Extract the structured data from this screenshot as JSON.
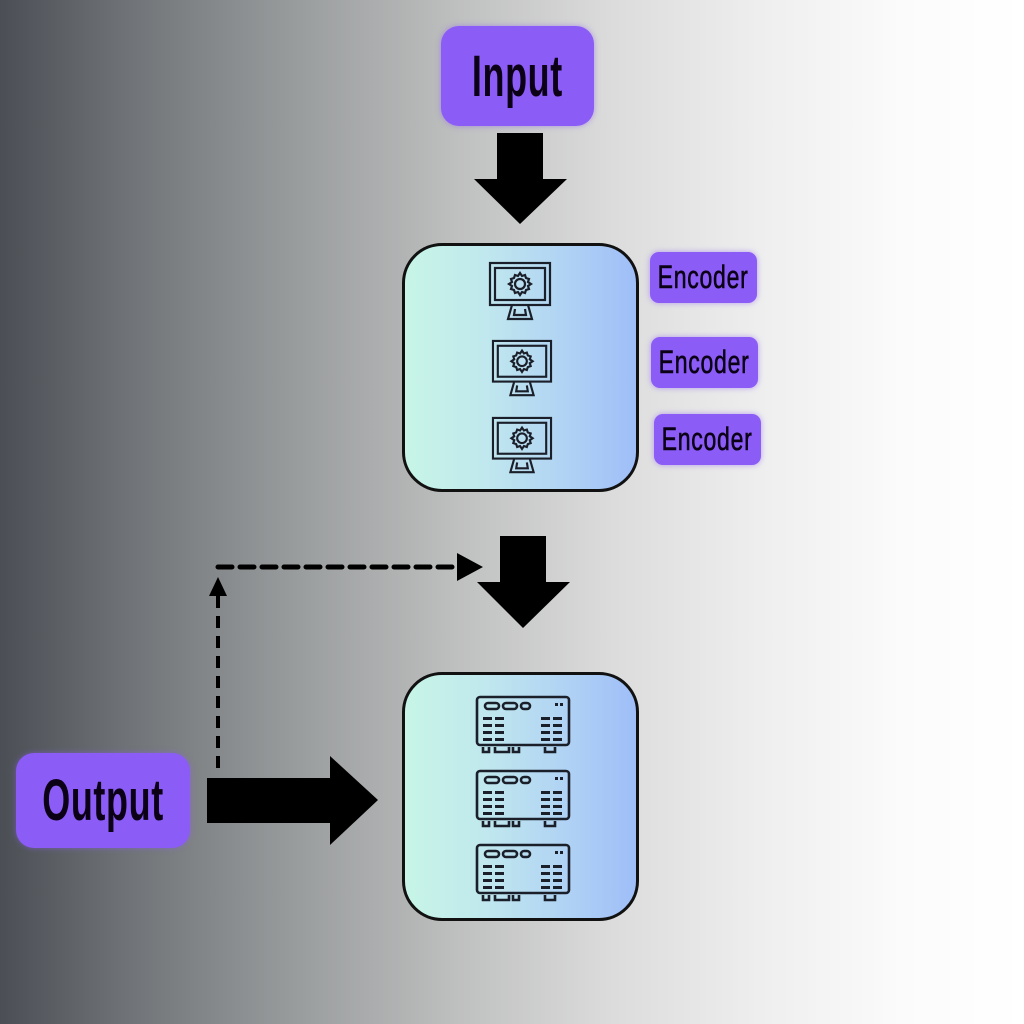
{
  "diagram": {
    "input": {
      "label": "Input"
    },
    "output": {
      "label": "Output"
    },
    "encoder_labels": [
      "Encoder",
      "Encoder",
      "Encoder"
    ],
    "encoder_stack": {
      "icon": "monitor-gear-icon",
      "count": 3
    },
    "decoder_stack": {
      "icon": "server-unit-icon",
      "count": 3
    },
    "connections": [
      {
        "from": "input",
        "to": "encoder-stack",
        "style": "solid-arrow"
      },
      {
        "from": "encoder-stack",
        "to": "decoder-stack",
        "style": "solid-arrow"
      },
      {
        "from": "output",
        "to": "decoder-stack",
        "style": "solid-arrow"
      },
      {
        "from": "output",
        "to": "encoder-decoder-arrow",
        "style": "dashed-feedback-arrow"
      }
    ],
    "colors": {
      "pill": "#8b5cf6",
      "pill_text": "#0b0016",
      "box_gradient_start": "#c7f5e6",
      "box_gradient_end": "#9fbef8",
      "arrow": "#000000"
    }
  }
}
